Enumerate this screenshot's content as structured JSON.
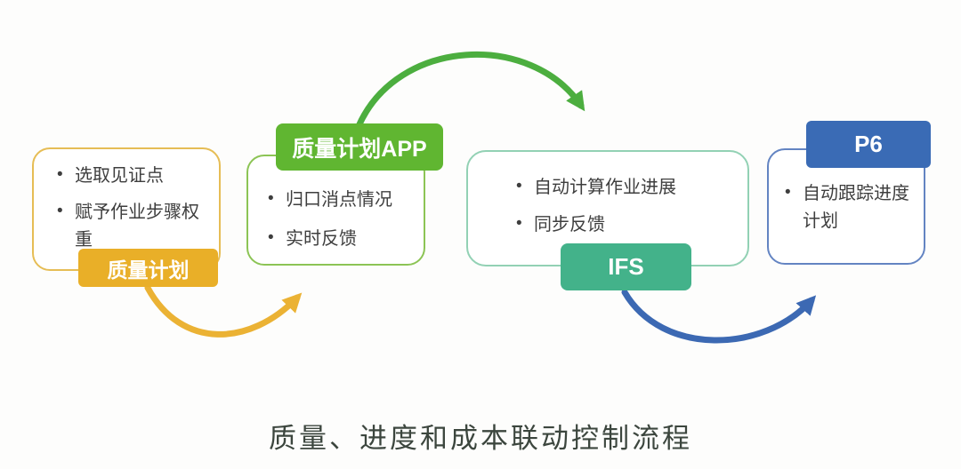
{
  "page": {
    "background_color": "#fdfdfc",
    "title": "质量、进度和成本联动控制流程",
    "title_color": "#3c463e"
  },
  "flow": {
    "stages": [
      {
        "label": "质量计划",
        "label_color": "#e9af28",
        "border_color": "#e6bd55",
        "items": [
          "选取见证点",
          "赋予作业步骤权重"
        ]
      },
      {
        "label": "质量计划APP",
        "label_color": "#60b631",
        "border_color": "#8cc455",
        "items": [
          "归口消点情况",
          "实时反馈"
        ]
      },
      {
        "label": "IFS",
        "label_color": "#43b28a",
        "border_color": "#92d1b4",
        "items": [
          "自动计算作业进展",
          "同步反馈"
        ]
      },
      {
        "label": "P6",
        "label_color": "#3a6bb5",
        "border_color": "#6384c2",
        "items": [
          "自动跟踪进度计划"
        ]
      }
    ],
    "arrows": [
      {
        "name": "quality-plan-to-app",
        "color": "#ebb234"
      },
      {
        "name": "app-to-ifs",
        "color": "#4cae3f"
      },
      {
        "name": "ifs-to-p6",
        "color": "#3c69b3"
      }
    ]
  }
}
